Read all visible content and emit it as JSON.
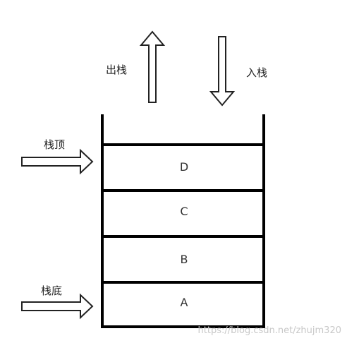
{
  "labels": {
    "pop": "出栈",
    "push": "入栈",
    "top": "栈顶",
    "bottom": "栈底"
  },
  "cells": [
    "D",
    "C",
    "B",
    "A"
  ],
  "watermark": "https://blog.csdn.net/zhujm320",
  "colors": {
    "line": "#000000",
    "arrow_stroke": "#222222",
    "text": "#222222",
    "watermark": "#c8c8c8"
  },
  "icons": {
    "pop": "up-arrow-icon",
    "push": "down-arrow-icon",
    "top_pointer": "right-arrow-icon",
    "bottom_pointer": "right-arrow-icon"
  }
}
